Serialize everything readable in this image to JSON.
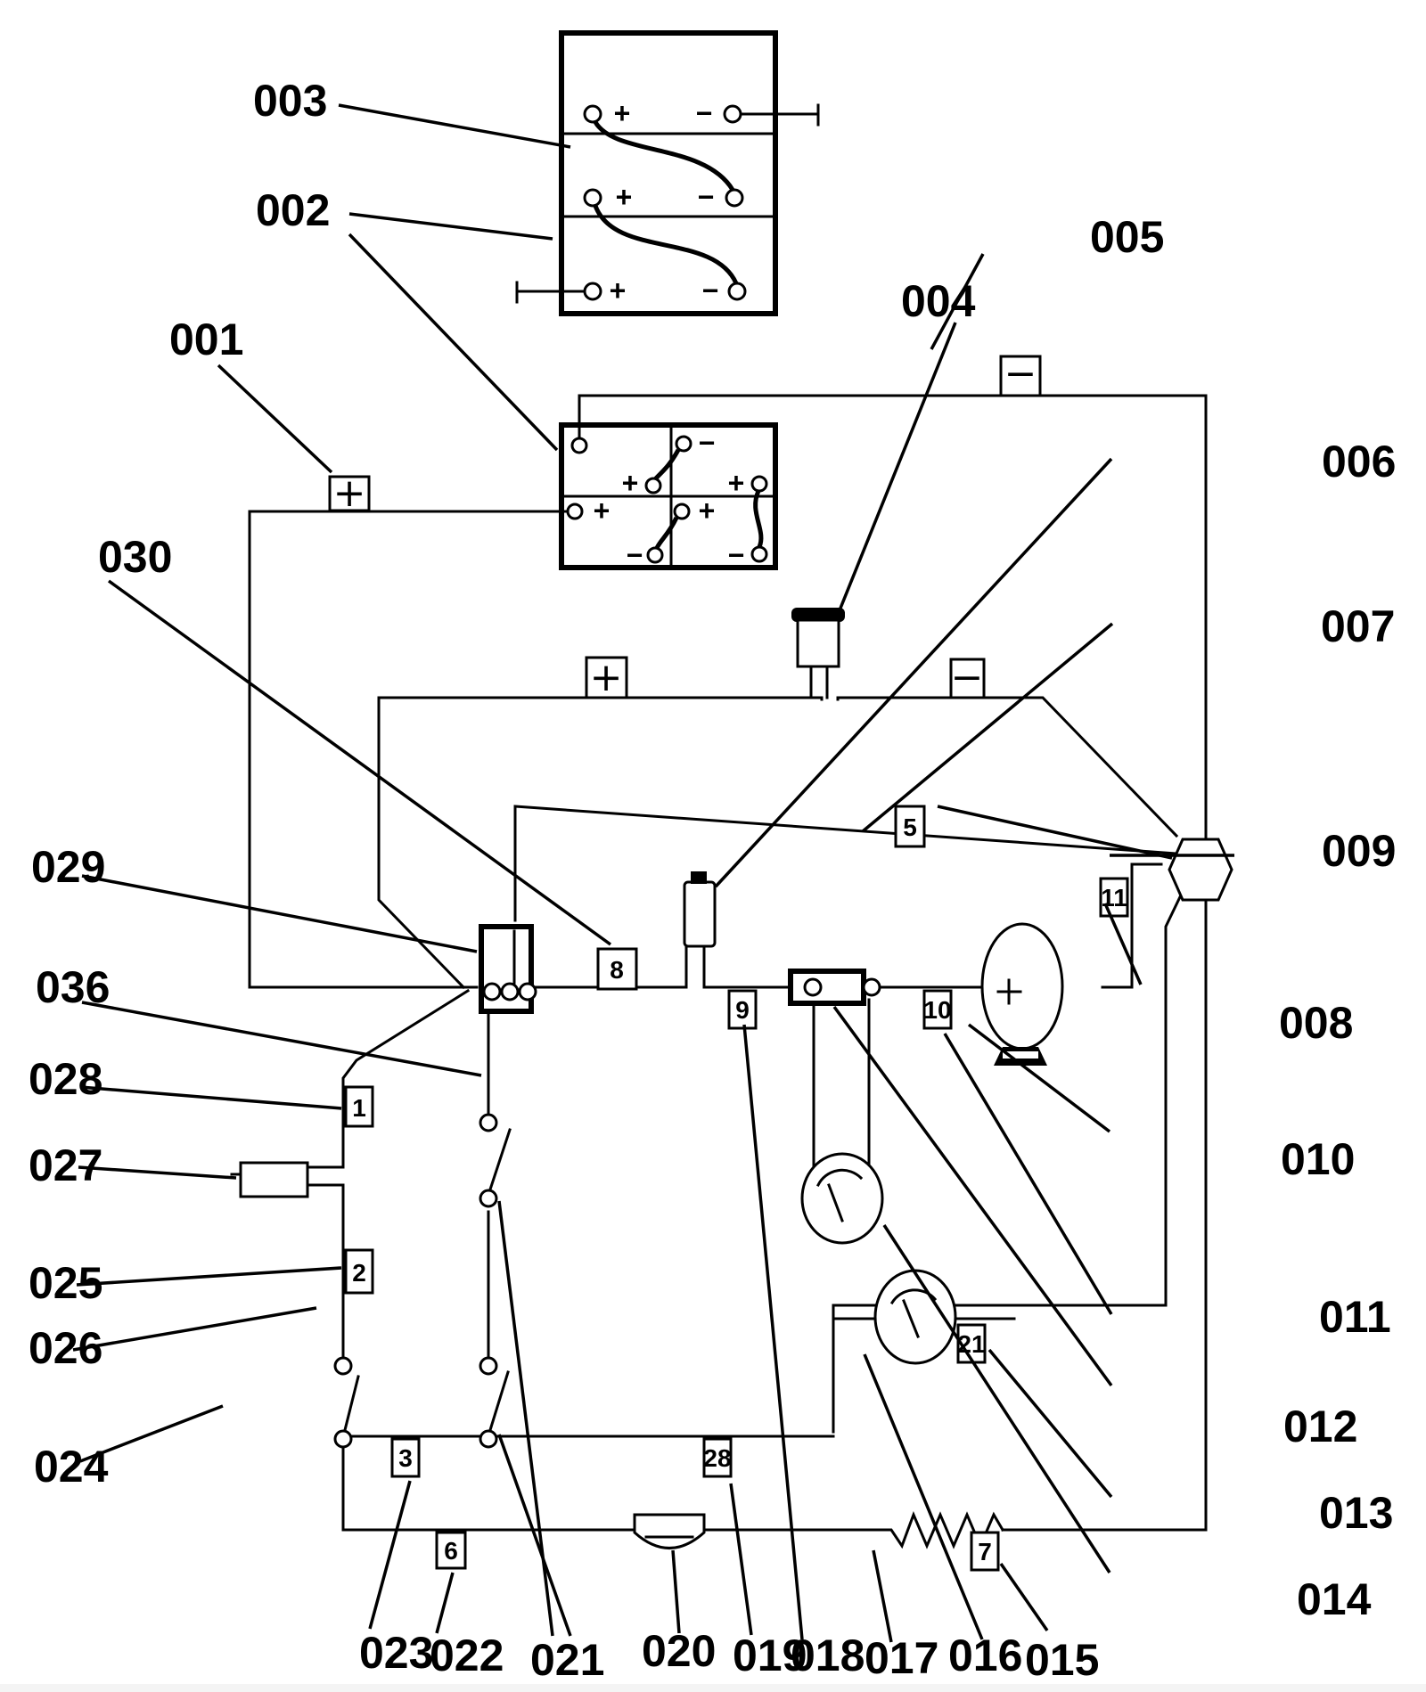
{
  "diagram": {
    "title": "Battery-powered electrical circuit wiring diagram",
    "reference_labels": {
      "r001": "001",
      "r002": "002",
      "r003": "003",
      "r004": "004",
      "r005": "005",
      "r006": "006",
      "r007": "007",
      "r008": "008",
      "r009": "009",
      "r010": "010",
      "r011": "011",
      "r012": "012",
      "r013": "013",
      "r014": "014",
      "r015": "015",
      "r016": "016",
      "r017": "017",
      "r018": "018",
      "r019": "019",
      "r020": "020",
      "r021": "021",
      "r022": "022",
      "r023": "023",
      "r024": "024",
      "r025": "025",
      "r026": "026",
      "r027": "027",
      "r028": "028",
      "r029": "029",
      "r030": "030",
      "r036": "036"
    },
    "wire_tags": {
      "t1": "1",
      "t2": "2",
      "t3": "3",
      "t5": "5",
      "t6": "6",
      "t7": "7",
      "t8": "8",
      "t9": "9",
      "t10": "10",
      "t11": "11",
      "t21": "21",
      "t28": "28"
    },
    "polarity": {
      "plus": "+",
      "minus": "−",
      "main_positive": "+",
      "main_negative": "−",
      "inner_positive": "+",
      "inner_negative": "−"
    }
  }
}
